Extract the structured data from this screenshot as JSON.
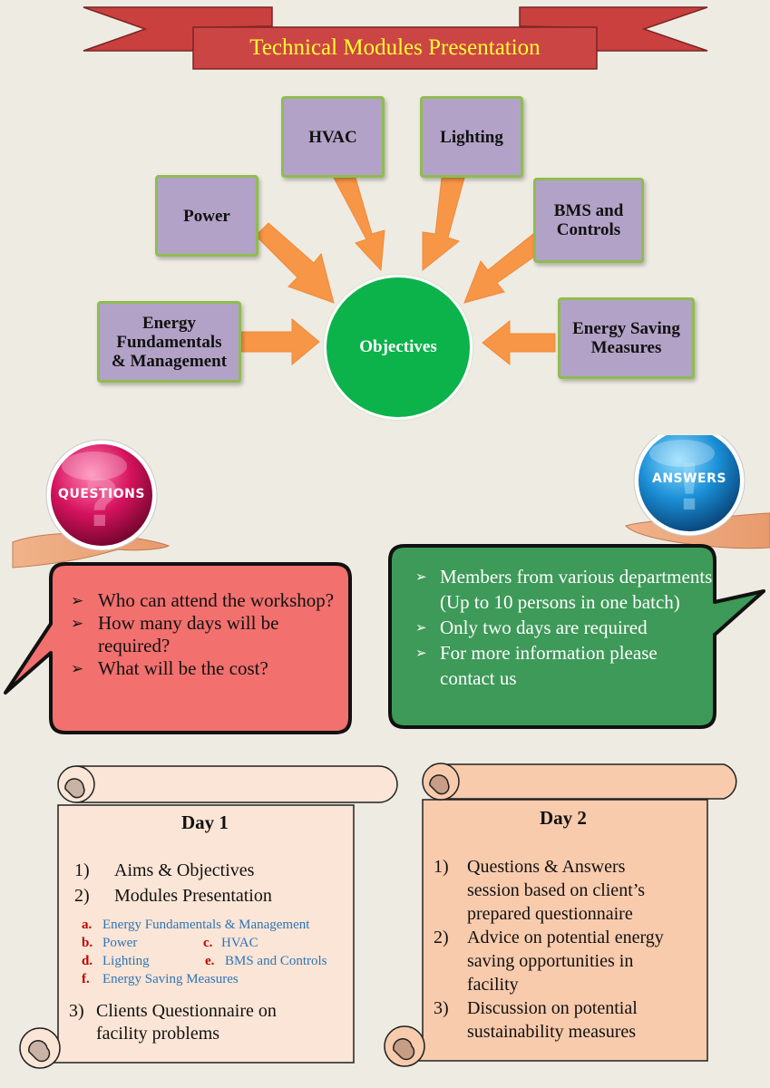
{
  "banner": {
    "title": "Technical Modules Presentation"
  },
  "modules": {
    "hvac": "HVAC",
    "lighting": "Lighting",
    "power": "Power",
    "bms": [
      "BMS and",
      "Controls"
    ],
    "energy_fund": [
      "Energy",
      "Fundamentals",
      "& Management"
    ],
    "energy_saving": [
      "Energy Saving",
      "Measures"
    ]
  },
  "objectives": "Objectives",
  "questions": {
    "ball_label": "QUESTIONS",
    "items": [
      "Who can attend the workshop?",
      "How many days will be required?",
      "What will be the cost?"
    ]
  },
  "answers": {
    "ball_label": "ANSWERS",
    "items": [
      "Members from various departments (Up to 10 persons in one batch)",
      "Only two days are required",
      "For more information please contact us"
    ]
  },
  "day1": {
    "title": "Day 1",
    "items": [
      {
        "num": "1)",
        "text": "Aims & Objectives"
      },
      {
        "num": "2)",
        "text": "Modules Presentation"
      }
    ],
    "sub_items": [
      {
        "letter": "a.",
        "text": "Energy Fundamentals & Management"
      },
      {
        "letter": "b.",
        "text": "Power"
      },
      {
        "letter": "c.",
        "text": "HVAC"
      },
      {
        "letter": "d.",
        "text": "Lighting"
      },
      {
        "letter": "e.",
        "text": "BMS and Controls"
      },
      {
        "letter": "f.",
        "text": "Energy Saving Measures"
      }
    ],
    "item3": {
      "num": "3)",
      "text": [
        "Clients Questionnaire on",
        "facility problems"
      ]
    }
  },
  "day2": {
    "title": "Day 2",
    "items": [
      {
        "num": "1)",
        "text": [
          "Questions & Answers",
          "session based on client’s",
          "prepared questionnaire"
        ]
      },
      {
        "num": "2)",
        "text": [
          "Advice on potential energy",
          "saving opportunities in",
          "facility"
        ]
      },
      {
        "num": "3)",
        "text": [
          "Discussion on potential",
          "sustainability measures"
        ]
      }
    ]
  },
  "colors": {
    "background": "#eeebe2",
    "banner_red": "#c9403f",
    "banner_text": "#ffff33",
    "module_fill": "#b3a2c7",
    "module_border": "#8fbc50",
    "arrow": "#f79646",
    "objectives": "#0bb34a",
    "question_bubble": "#f2706e",
    "answer_bubble": "#3d9a58",
    "day1_scroll": "#fbe5d6",
    "day2_scroll": "#f8cbad"
  }
}
